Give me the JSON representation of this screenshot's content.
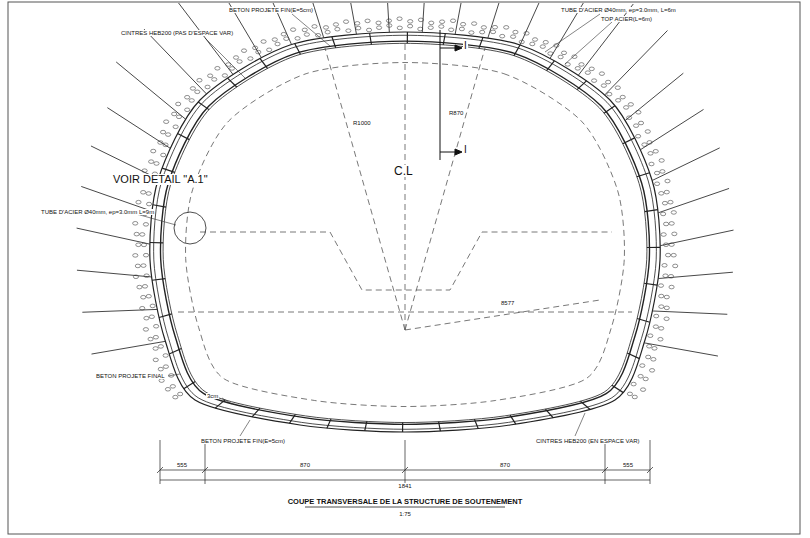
{
  "diagram": {
    "title": "COUPE TRANSVERSALE DE LA STRUCTURE DE SOUTENEMENT",
    "labels": [
      "BETON PROJETE FIN(E=5cm)",
      "CINTRES HEB200 (PAS D'ESPACE VAR)",
      "TUBE D'ACIER Ø40mm, ep=3.0mm, L=6m",
      "TOP ACIER(L=6m)",
      "VOIR DETAIL \"A.1\"",
      "TUBE D'ACIER Ø40mm, ep=3.0mm L=9m",
      "C.L",
      "I",
      "I",
      "R1000",
      "R870",
      "8577",
      "BETON PROJETE FINAL",
      "BETON PROJETE FIN(E=5cm)",
      "CINTRES HEB200 (EN ESPACE VAR)",
      "3cm",
      "555",
      "870",
      "1841",
      "870",
      "555",
      "1:75"
    ]
  }
}
